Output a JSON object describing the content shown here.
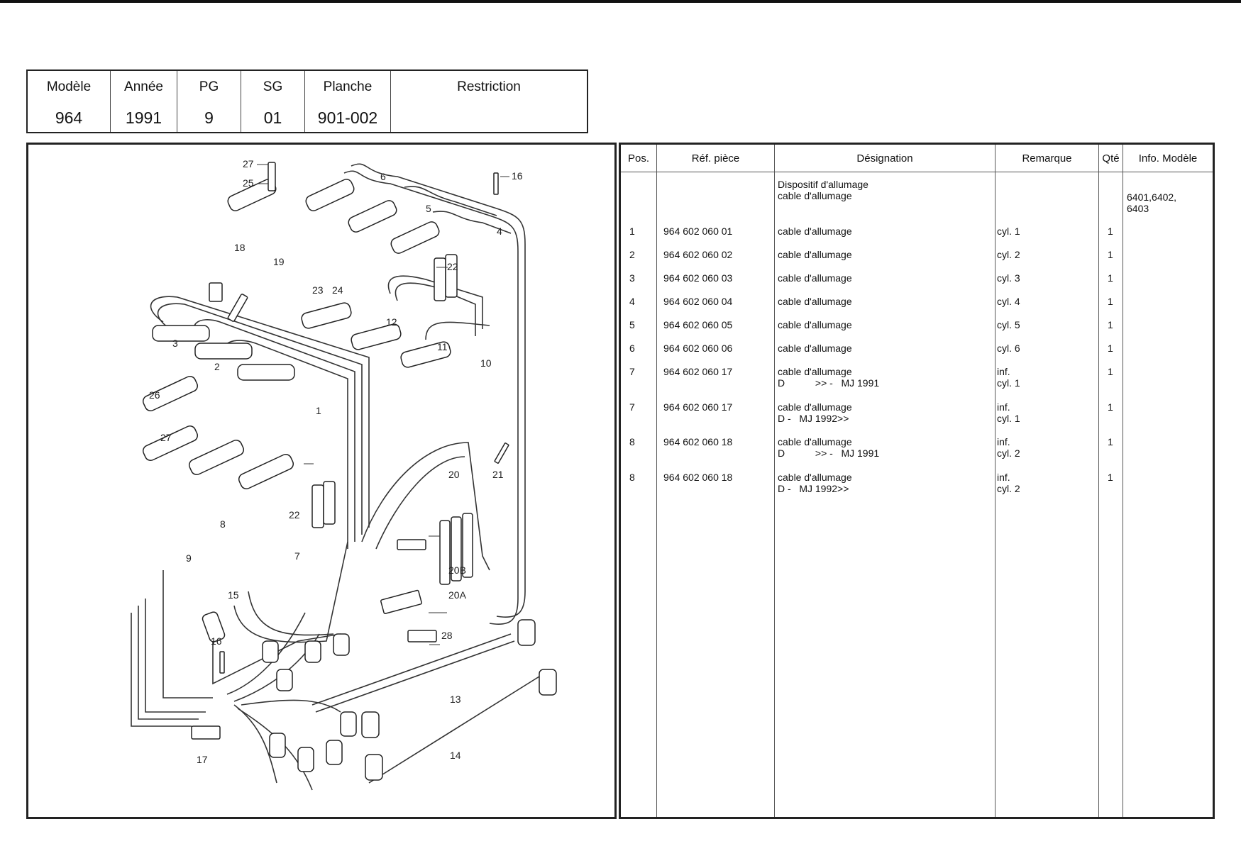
{
  "header": {
    "columns": [
      {
        "label": "Modèle",
        "value": "964"
      },
      {
        "label": "Année",
        "value": "1991"
      },
      {
        "label": "PG",
        "value": "9"
      },
      {
        "label": "SG",
        "value": "01"
      },
      {
        "label": "Planche",
        "value": "901-002"
      },
      {
        "label": "Restriction",
        "value": ""
      }
    ]
  },
  "diagram": {
    "callouts": [
      "27",
      "25",
      "6",
      "16",
      "5",
      "4",
      "18",
      "19",
      "23",
      "24",
      "22",
      "12",
      "3",
      "2",
      "11",
      "10",
      "26",
      "1",
      "27",
      "20",
      "21",
      "22",
      "8",
      "7",
      "9",
      "20B",
      "15",
      "20A",
      "16",
      "28",
      "13",
      "17",
      "14"
    ]
  },
  "parts_table": {
    "headers": {
      "pos": "Pos.",
      "ref": "Réf. pièce",
      "designation": "Désignation",
      "remarque": "Remarque",
      "qte": "Qté",
      "info": "Info. Modèle"
    },
    "group": {
      "designation_line1": "Dispositif d'allumage",
      "designation_line2": "cable d'allumage",
      "info_line1": "6401,6402,",
      "info_line2": "6403"
    },
    "rows": [
      {
        "pos": "1",
        "ref": "964 602 060 01",
        "des1": "cable d'allumage",
        "des2": "",
        "rem1": "cyl. 1",
        "rem2": "",
        "qte": "1"
      },
      {
        "pos": "2",
        "ref": "964 602 060 02",
        "des1": "cable d'allumage",
        "des2": "",
        "rem1": "cyl. 2",
        "rem2": "",
        "qte": "1"
      },
      {
        "pos": "3",
        "ref": "964 602 060 03",
        "des1": "cable d'allumage",
        "des2": "",
        "rem1": "cyl. 3",
        "rem2": "",
        "qte": "1"
      },
      {
        "pos": "4",
        "ref": "964 602 060 04",
        "des1": "cable d'allumage",
        "des2": "",
        "rem1": "cyl. 4",
        "rem2": "",
        "qte": "1"
      },
      {
        "pos": "5",
        "ref": "964 602 060 05",
        "des1": "cable d'allumage",
        "des2": "",
        "rem1": "cyl. 5",
        "rem2": "",
        "qte": "1"
      },
      {
        "pos": "6",
        "ref": "964 602 060 06",
        "des1": "cable d'allumage",
        "des2": "",
        "rem1": "cyl. 6",
        "rem2": "",
        "qte": "1"
      },
      {
        "pos": "7",
        "ref": "964 602 060 17",
        "des1": "cable d'allumage",
        "des2": "D           >> -   MJ 1991",
        "rem1": "inf.",
        "rem2": "cyl. 1",
        "qte": "1"
      },
      {
        "pos": "7",
        "ref": "964 602 060 17",
        "des1": "cable d'allumage",
        "des2": "D -   MJ 1992>>",
        "rem1": "inf.",
        "rem2": "cyl. 1",
        "qte": "1"
      },
      {
        "pos": "8",
        "ref": "964 602 060 18",
        "des1": "cable d'allumage",
        "des2": "D           >> -   MJ 1991",
        "rem1": "inf.",
        "rem2": "cyl. 2",
        "qte": "1"
      },
      {
        "pos": "8",
        "ref": "964 602 060 18",
        "des1": "cable d'allumage",
        "des2": "D -   MJ 1992>>",
        "rem1": "inf.",
        "rem2": "cyl. 2",
        "qte": "1"
      }
    ]
  }
}
